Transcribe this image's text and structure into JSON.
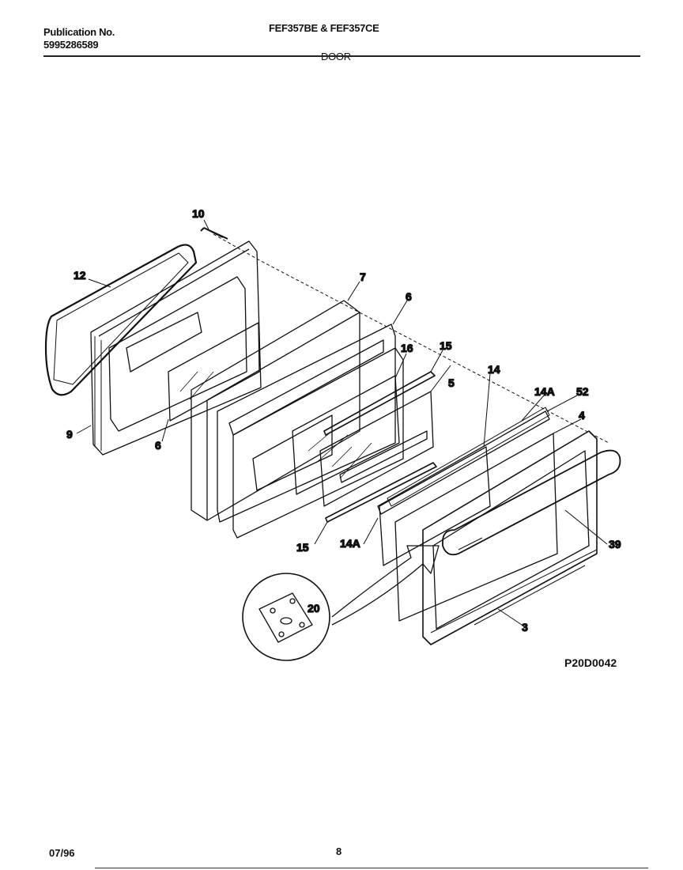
{
  "header": {
    "publication_label": "Publication No.",
    "publication_number": "5995286589",
    "models": "FEF357BE & FEF357CE",
    "section": "DOOR"
  },
  "diagram": {
    "code": "P20D0042",
    "callouts": [
      {
        "id": "c10",
        "text": "10"
      },
      {
        "id": "c12",
        "text": "12"
      },
      {
        "id": "c9",
        "text": "9"
      },
      {
        "id": "c6a",
        "text": "6"
      },
      {
        "id": "c7",
        "text": "7"
      },
      {
        "id": "c6b",
        "text": "6"
      },
      {
        "id": "c16",
        "text": "16"
      },
      {
        "id": "c15a",
        "text": "15"
      },
      {
        "id": "c5",
        "text": "5"
      },
      {
        "id": "c14",
        "text": "14"
      },
      {
        "id": "c14Aa",
        "text": "14A"
      },
      {
        "id": "c52",
        "text": "52"
      },
      {
        "id": "c4",
        "text": "4"
      },
      {
        "id": "c39",
        "text": "39"
      },
      {
        "id": "c15b",
        "text": "15"
      },
      {
        "id": "c14Ab",
        "text": "14A"
      },
      {
        "id": "c20",
        "text": "20"
      },
      {
        "id": "c3",
        "text": "3"
      }
    ]
  },
  "footer": {
    "date": "07/96",
    "page": "8"
  }
}
